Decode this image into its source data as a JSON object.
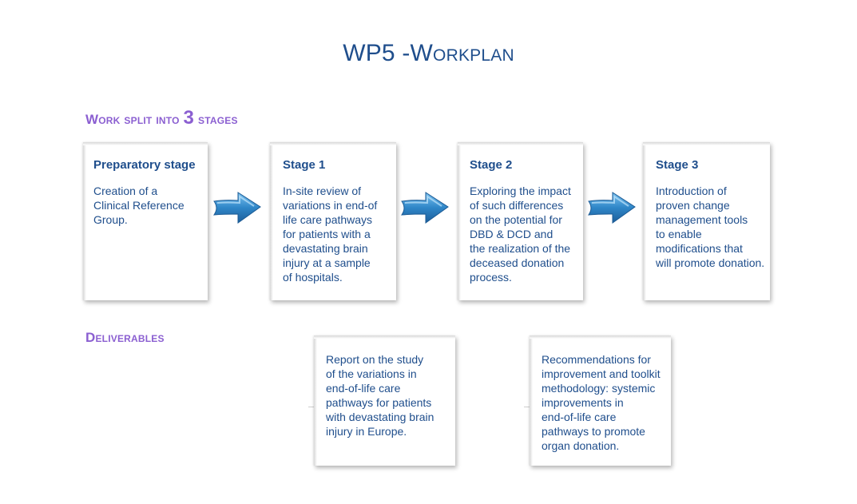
{
  "title": "WP5 -Workplan",
  "sections": {
    "work_split_pre": "Work split into ",
    "work_split_num": "3",
    "work_split_post": " stages",
    "deliverables": "Deliverables"
  },
  "stages": [
    {
      "heading": "Preparatory stage",
      "body": "Creation of a\nClinical Reference\nGroup."
    },
    {
      "heading": "Stage 1",
      "body": " In-site review of\nvariations in end-of\nlife care pathways\nfor patients with a\ndevastating brain\ninjury at a sample\nof hospitals."
    },
    {
      "heading": "Stage 2",
      "body": "Exploring the impact\nof such differences\non the potential for\nDBD & DCD and\nthe realization of the\ndeceased donation\nprocess."
    },
    {
      "heading": "Stage 3",
      "body": "Introduction of\nproven change\nmanagement tools\nto enable\nmodifications that\nwill promote donation."
    }
  ],
  "deliverables": [
    {
      "body": "Report on the study\nof the variations in\nend-of-life care\npathways for patients\nwith devastating brain\ninjury in Europe."
    },
    {
      "body": "Recommendations for\nimprovement and toolkit\nmethodology: systemic\nimprovements in\nend-of-life care\npathways to promote\norgan donation."
    }
  ],
  "colors": {
    "title": "#1f4e8c",
    "section": "#8b5fd1",
    "arrow": "#2f86c8"
  },
  "icons": {
    "arrow": "right-arrow-icon"
  }
}
